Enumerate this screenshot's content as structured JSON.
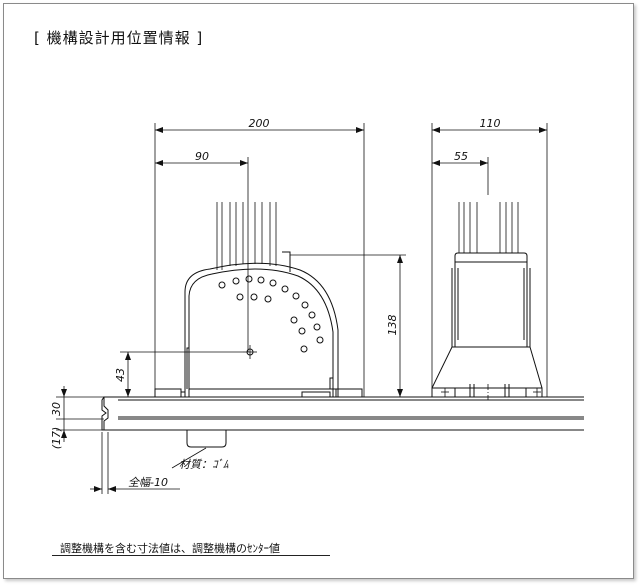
{
  "title": "[ 機構設計用位置情報 ]",
  "dimensions": {
    "width_left": "200",
    "offset_left": "90",
    "width_right": "110",
    "offset_right": "55",
    "height_total": "138",
    "height_center": "43",
    "thickness_top": "30",
    "thickness_bottom": "(17)"
  },
  "labels": {
    "material": "材質：ｺﾞﾑ",
    "full_width": "全幅-10"
  },
  "note": "調整機構を含む寸法値は、調整機構のｾﾝﾀｰ値"
}
